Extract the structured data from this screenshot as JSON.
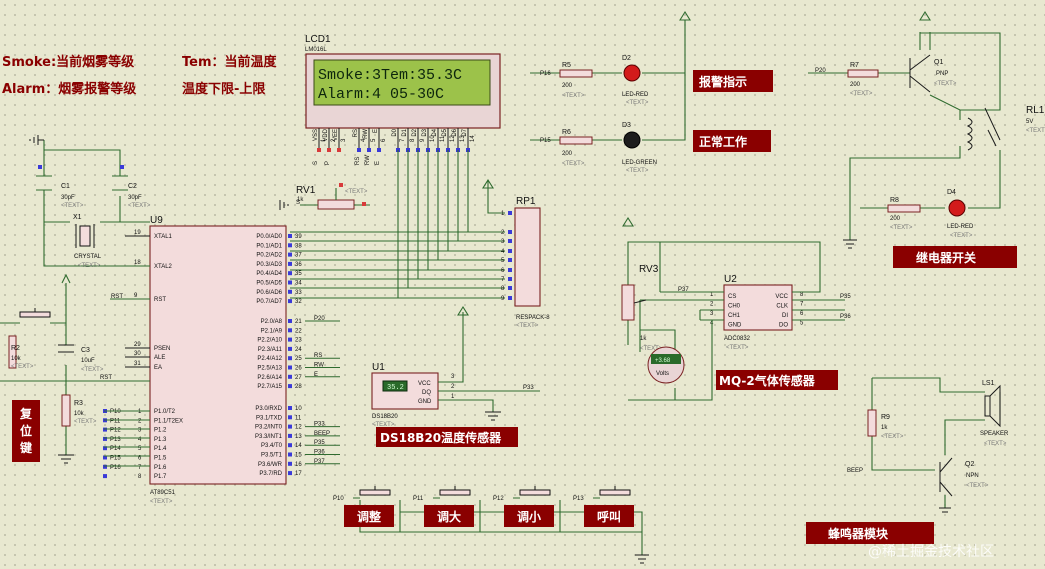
{
  "annotations": {
    "smoke": "Smoke:当前烟雾等级",
    "tem": "Tem：当前温度",
    "alarm": "Alarm：烟雾报警等级",
    "temp_range": "温度下限-上限"
  },
  "text_placeholder": "<TEXT>",
  "lcd": {
    "ref": "LCD1",
    "model": "LM016L",
    "line1": "Smoke:3Tem:35.3C",
    "line2": "Alarm:4  05-30C",
    "pins": [
      "VSS",
      "VDD",
      "VEE",
      "RS",
      "RW",
      "E",
      "D0",
      "D1",
      "D2",
      "D3",
      "D4",
      "D5",
      "D6",
      "D7"
    ],
    "pin_numbers": [
      "1",
      "2",
      "3",
      "4",
      "5",
      "6",
      "7",
      "8",
      "9",
      "10",
      "11",
      "12",
      "13",
      "14"
    ],
    "net_labels": [
      "S",
      "P",
      "RS",
      "RW",
      "E"
    ]
  },
  "mcu": {
    "ref": "U9",
    "model": "AT89C51",
    "left_pins": [
      {
        "name": "XTAL1",
        "num": "19"
      },
      {
        "name": "XTAL2",
        "num": "18"
      },
      {
        "name": "RST",
        "num": "9"
      },
      {
        "name": "PSEN",
        "num": "29"
      },
      {
        "name": "ALE",
        "num": "30"
      },
      {
        "name": "EA",
        "num": "31"
      }
    ],
    "left_port": [
      {
        "name": "P1.0/T2",
        "num": "1",
        "net": "P10"
      },
      {
        "name": "P1.1/T2EX",
        "num": "2",
        "net": "P11"
      },
      {
        "name": "P1.2",
        "num": "3",
        "net": "P12"
      },
      {
        "name": "P1.3",
        "num": "4",
        "net": "P13"
      },
      {
        "name": "P1.4",
        "num": "5",
        "net": "P14"
      },
      {
        "name": "P1.5",
        "num": "6",
        "net": "P15"
      },
      {
        "name": "P1.6",
        "num": "7",
        "net": "P16"
      },
      {
        "name": "P1.7",
        "num": "8",
        "net": ""
      }
    ],
    "p0": [
      {
        "name": "P0.0/AD0",
        "num": "39"
      },
      {
        "name": "P0.1/AD1",
        "num": "38"
      },
      {
        "name": "P0.2/AD2",
        "num": "37"
      },
      {
        "name": "P0.3/AD3",
        "num": "36"
      },
      {
        "name": "P0.4/AD4",
        "num": "35"
      },
      {
        "name": "P0.5/AD5",
        "num": "34"
      },
      {
        "name": "P0.6/AD6",
        "num": "33"
      },
      {
        "name": "P0.7/AD7",
        "num": "32"
      }
    ],
    "p2": [
      {
        "name": "P2.0/A8",
        "num": "21",
        "net": "P20"
      },
      {
        "name": "P2.1/A9",
        "num": "22",
        "net": ""
      },
      {
        "name": "P2.2/A10",
        "num": "23",
        "net": ""
      },
      {
        "name": "P2.3/A11",
        "num": "24",
        "net": ""
      },
      {
        "name": "P2.4/A12",
        "num": "25",
        "net": "RS"
      },
      {
        "name": "P2.5/A13",
        "num": "26",
        "net": "RW"
      },
      {
        "name": "P2.6/A14",
        "num": "27",
        "net": "E"
      },
      {
        "name": "P2.7/A15",
        "num": "28",
        "net": ""
      }
    ],
    "p3": [
      {
        "name": "P3.0/RXD",
        "num": "10",
        "net": ""
      },
      {
        "name": "P3.1/TXD",
        "num": "11",
        "net": ""
      },
      {
        "name": "P3.2/INT0",
        "num": "12",
        "net": "P33"
      },
      {
        "name": "P3.3/INT1",
        "num": "13",
        "net": "BEEP"
      },
      {
        "name": "P3.4/T0",
        "num": "14",
        "net": "P35"
      },
      {
        "name": "P3.5/T1",
        "num": "15",
        "net": "P36"
      },
      {
        "name": "P3.6/WR",
        "num": "16",
        "net": "P37"
      },
      {
        "name": "P3.7/RD",
        "num": "17",
        "net": ""
      }
    ]
  },
  "crystal": {
    "c1": "C1",
    "c1v": "30pF",
    "c2": "C2",
    "c2v": "30pF",
    "x": "X1",
    "xv": "CRYSTAL"
  },
  "reset": {
    "r2": "R2",
    "r2v": "10k",
    "c3": "C3",
    "c3v": "10uF",
    "r3": "R3",
    "r3v": "10k",
    "rst": "RST",
    "label": "复位键"
  },
  "rv1": {
    "ref": "RV1",
    "val": "1k",
    "net": "S"
  },
  "rp1": {
    "ref": "RP1",
    "model": "RESPACK-8",
    "pins": [
      "1",
      "2",
      "3",
      "4",
      "5",
      "6",
      "7",
      "8",
      "9"
    ]
  },
  "leds": {
    "r5": "R5",
    "r5v": "200",
    "d2": "D2",
    "d2v": "LED-RED",
    "n1": "P16",
    "alarm_label": "报警指示",
    "r6": "R6",
    "r6v": "200",
    "d3": "D3",
    "d3v": "LED-GREEN",
    "n2": "P15",
    "ok_label": "正常工作"
  },
  "relay": {
    "r7": "R7",
    "r7v": "200",
    "q1": "Q1",
    "q1v": "PNP",
    "net": "P20",
    "rl": "RL1",
    "rlv": "5V",
    "r8": "R8",
    "r8v": "200",
    "d4": "D4",
    "d4v": "LED-RED",
    "label": "继电器开关"
  },
  "ds18b20": {
    "ref": "U1",
    "model": "DS18B20",
    "reading": "35.2",
    "pins": [
      "VCC",
      "DQ",
      "GND"
    ],
    "pin_numbers": [
      "3",
      "2",
      "1"
    ],
    "net": "P33",
    "label": "DS18B20温度传感器"
  },
  "adc": {
    "ref": "U2",
    "model": "ADC0832",
    "left": [
      "CS",
      "CH0",
      "CH1",
      "GND"
    ],
    "left_nums": [
      "1",
      "2",
      "3",
      "4"
    ],
    "right": [
      "VCC",
      "CLK",
      "DI",
      "DO"
    ],
    "right_nums": [
      "8",
      "7",
      "6",
      "5"
    ],
    "nets": [
      "P37",
      "P35",
      "P36"
    ],
    "rv3": "RV3",
    "rv3v": "1k",
    "volt": "+3.68",
    "volt_unit": "Volts",
    "label": "MQ-2气体传感器"
  },
  "buzzer": {
    "r9": "R9",
    "r9v": "1k",
    "q2": "Q2",
    "q2v": "NPN",
    "ls": "LS1",
    "lsv": "SPEAKER",
    "net": "BEEP",
    "label": "蜂鸣器模块"
  },
  "buttons": [
    {
      "net": "P10",
      "label": "调整"
    },
    {
      "net": "P11",
      "label": "调大"
    },
    {
      "net": "P12",
      "label": "调小"
    },
    {
      "net": "P13",
      "label": "呼叫"
    }
  ],
  "watermark": "@稀土掘金技术社区"
}
